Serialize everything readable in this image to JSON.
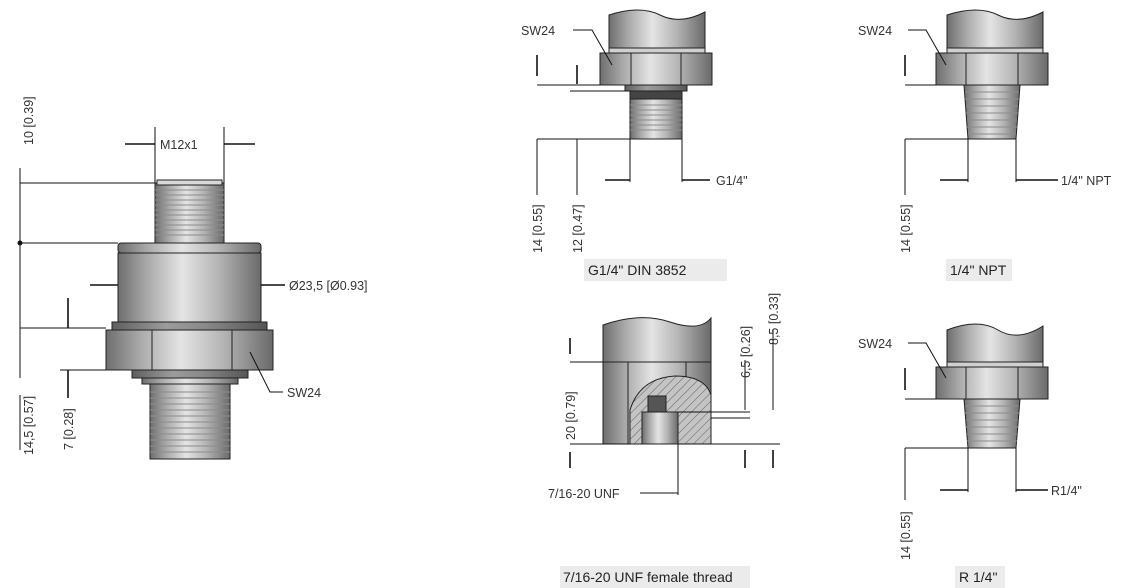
{
  "main_view": {
    "thread_label": "M12x1",
    "diameter_label": "Ø23,5 [Ø0.93]",
    "wrench_label": "SW24",
    "dim_top": "10 [0.39]",
    "dim_total": "14,5 [0.57]",
    "dim_hex": "7 [0.28]"
  },
  "g14_view": {
    "wrench_label": "SW24",
    "thread_label": "G1/4\"",
    "dim_outer": "14 [0.55]",
    "dim_inner": "12 [0.47]",
    "caption": "G1/4\" DIN 3852"
  },
  "npt_view": {
    "wrench_label": "SW24",
    "thread_label": "1/4\" NPT",
    "dim": "14 [0.55]",
    "caption": "1/4\" NPT"
  },
  "unf_view": {
    "dim_hex": "20 [0.79]",
    "dim_a": "6,5 [0.26]",
    "dim_b": "8,5 [0.33]",
    "thread_label": "7/16-20 UNF",
    "caption": "7/16-20 UNF female thread"
  },
  "r14_view": {
    "wrench_label": "SW24",
    "thread_label": "R1/4\"",
    "dim": "14 [0.55]",
    "caption": "R 1/4\""
  }
}
